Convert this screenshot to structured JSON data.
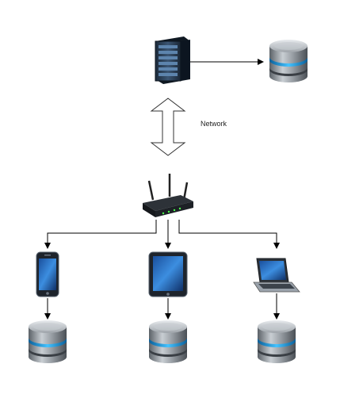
{
  "diagram": {
    "edge_labels": {
      "network": "Network"
    },
    "nodes": [
      {
        "id": "server",
        "kind": "server-rack"
      },
      {
        "id": "server_db",
        "kind": "database"
      },
      {
        "id": "router",
        "kind": "wireless-router"
      },
      {
        "id": "phone",
        "kind": "smartphone"
      },
      {
        "id": "tablet",
        "kind": "tablet"
      },
      {
        "id": "laptop",
        "kind": "laptop"
      },
      {
        "id": "phone_db",
        "kind": "database"
      },
      {
        "id": "tablet_db",
        "kind": "database"
      },
      {
        "id": "laptop_db",
        "kind": "database"
      }
    ],
    "edges": [
      {
        "from": "server",
        "to": "server_db",
        "style": "arrow"
      },
      {
        "from": "server",
        "to": "router",
        "style": "double-arrow",
        "label_key": "network"
      },
      {
        "from": "router",
        "to": "phone",
        "style": "arrow"
      },
      {
        "from": "router",
        "to": "tablet",
        "style": "arrow"
      },
      {
        "from": "router",
        "to": "laptop",
        "style": "arrow"
      },
      {
        "from": "phone",
        "to": "phone_db",
        "style": "arrow"
      },
      {
        "from": "tablet",
        "to": "tablet_db",
        "style": "arrow"
      },
      {
        "from": "laptop",
        "to": "laptop_db",
        "style": "arrow"
      }
    ],
    "colors": {
      "line": "#000000",
      "db_body": "#8e949a",
      "db_ring": "#1e9fe0",
      "device": "#1b2430"
    }
  }
}
